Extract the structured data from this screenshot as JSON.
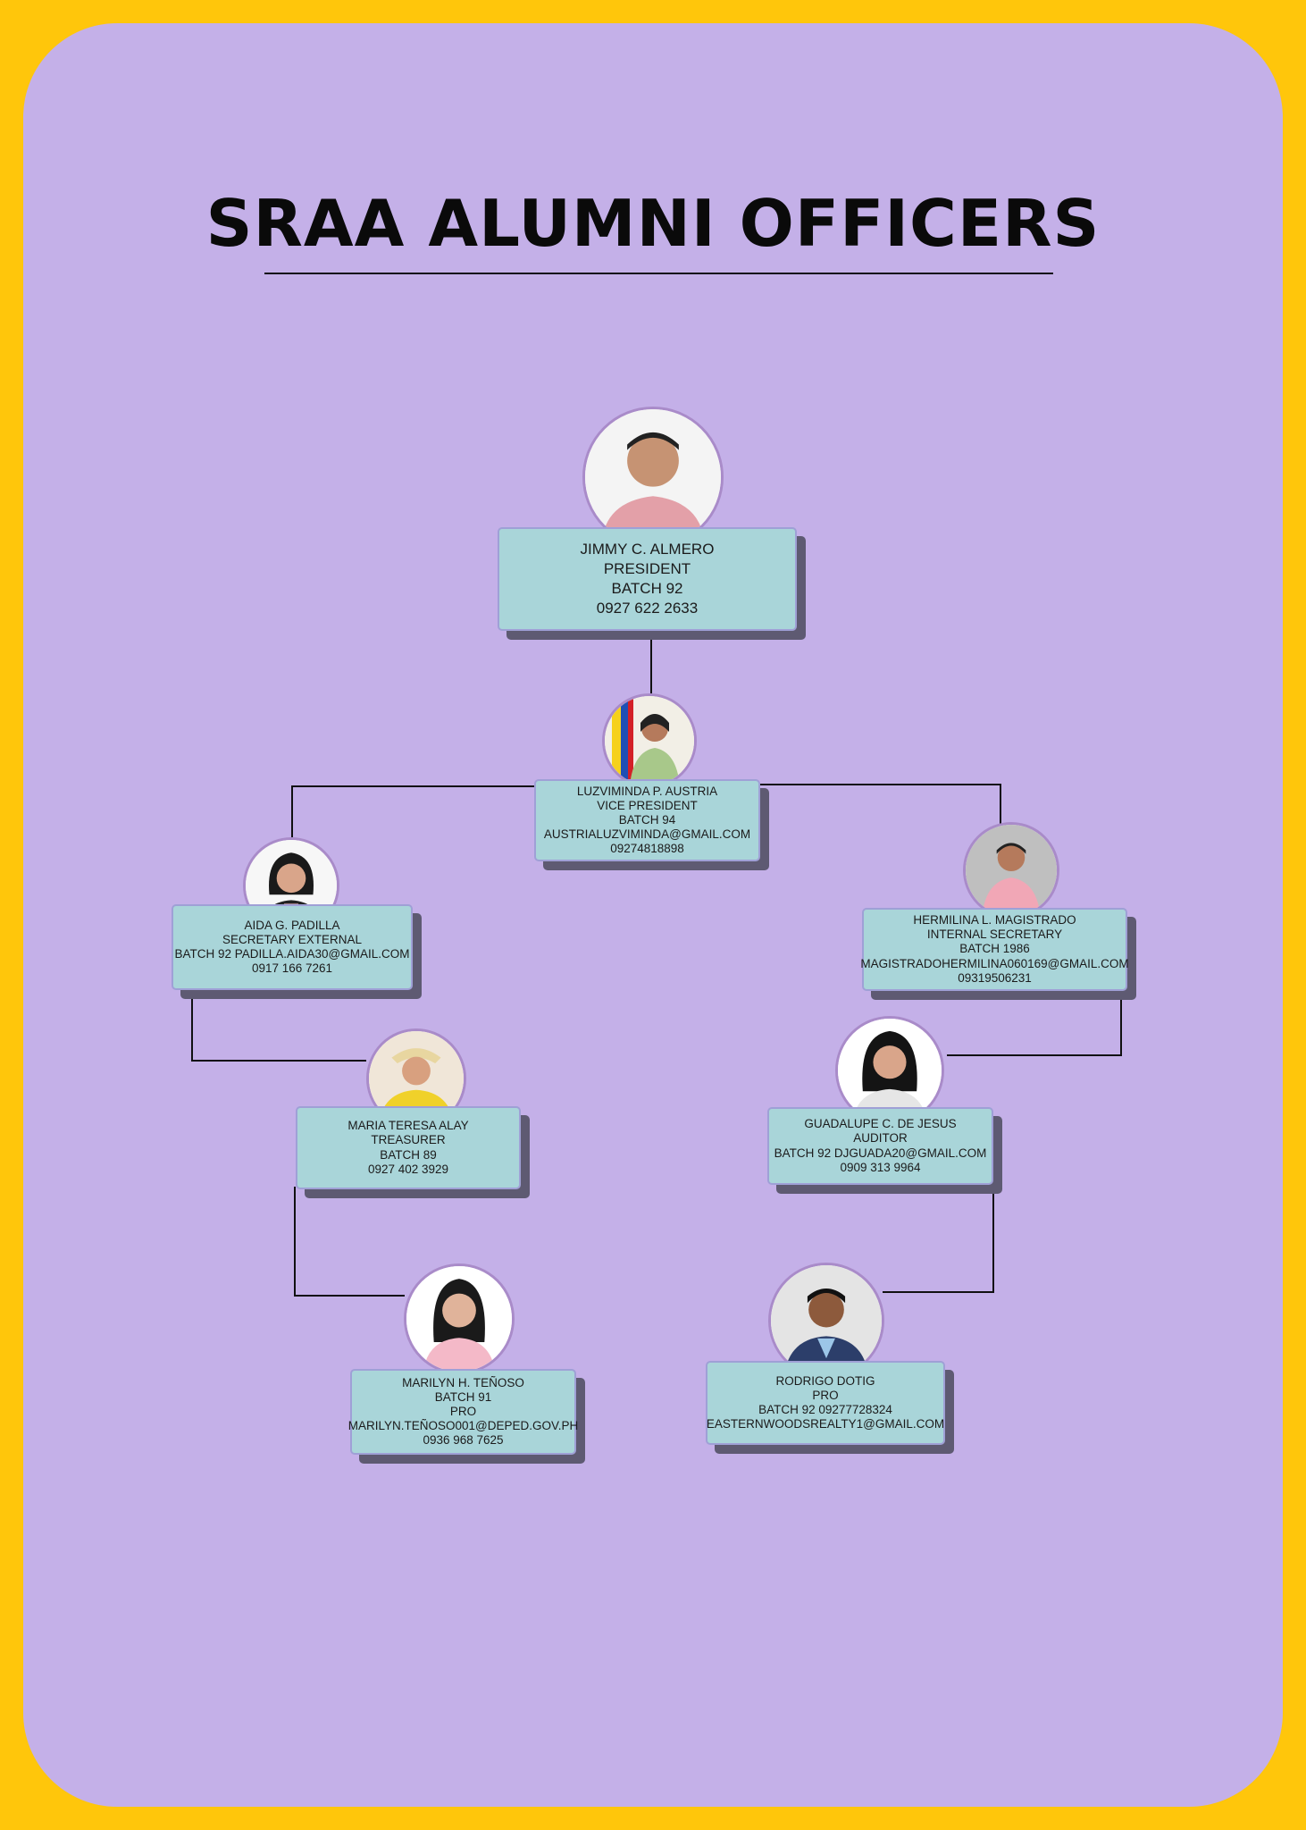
{
  "title": "SRAA ALUMNI OFFICERS",
  "colors": {
    "frame": "#FFC60B",
    "panel": "#C4B0E8",
    "card": "#A9D5D9",
    "shadow": "#5e5a72"
  },
  "officers": [
    {
      "id": "president",
      "lines": [
        "JIMMY C. ALMERO",
        "PRESIDENT",
        "BATCH  92",
        "0927 622 2633"
      ]
    },
    {
      "id": "vice-president",
      "lines": [
        "LUZVIMINDA P. AUSTRIA",
        "VICE PRESIDENT",
        "BATCH 94",
        "AUSTRIALUZVIMINDA@GMAIL.COM",
        "09274818898"
      ]
    },
    {
      "id": "secretary-external",
      "lines": [
        "AIDA G. PADILLA",
        "SECRETARY EXTERNAL",
        "BATCH 92 PADILLA.AIDA30@GMAIL.COM",
        "0917 166 7261"
      ]
    },
    {
      "id": "internal-secretary",
      "lines": [
        "HERMILINA L. MAGISTRADO",
        "INTERNAL SECRETARY",
        "BATCH 1986",
        "MAGISTRADOHERMILINA060169@GMAIL.COM",
        "09319506231"
      ]
    },
    {
      "id": "treasurer",
      "lines": [
        "MARIA TERESA ALAY",
        "TREASURER",
        "BATCH 89",
        "0927 402 3929"
      ]
    },
    {
      "id": "auditor",
      "lines": [
        "GUADALUPE C. DE JESUS",
        "AUDITOR",
        "BATCH 92 DJGUADA20@GMAIL.COM",
        "0909 313 9964"
      ]
    },
    {
      "id": "pro-1",
      "lines": [
        "MARILYN H. TEÑOSO",
        "BATCH 91",
        "PRO",
        "MARILYN.TEÑOSO001@DEPED.GOV.PH",
        "0936 968 7625"
      ]
    },
    {
      "id": "pro-2",
      "lines": [
        "RODRIGO DOTIG",
        "PRO",
        "BATCH 92 09277728324",
        "EASTERNWOODSREALTY1@GMAIL.COM"
      ]
    }
  ]
}
